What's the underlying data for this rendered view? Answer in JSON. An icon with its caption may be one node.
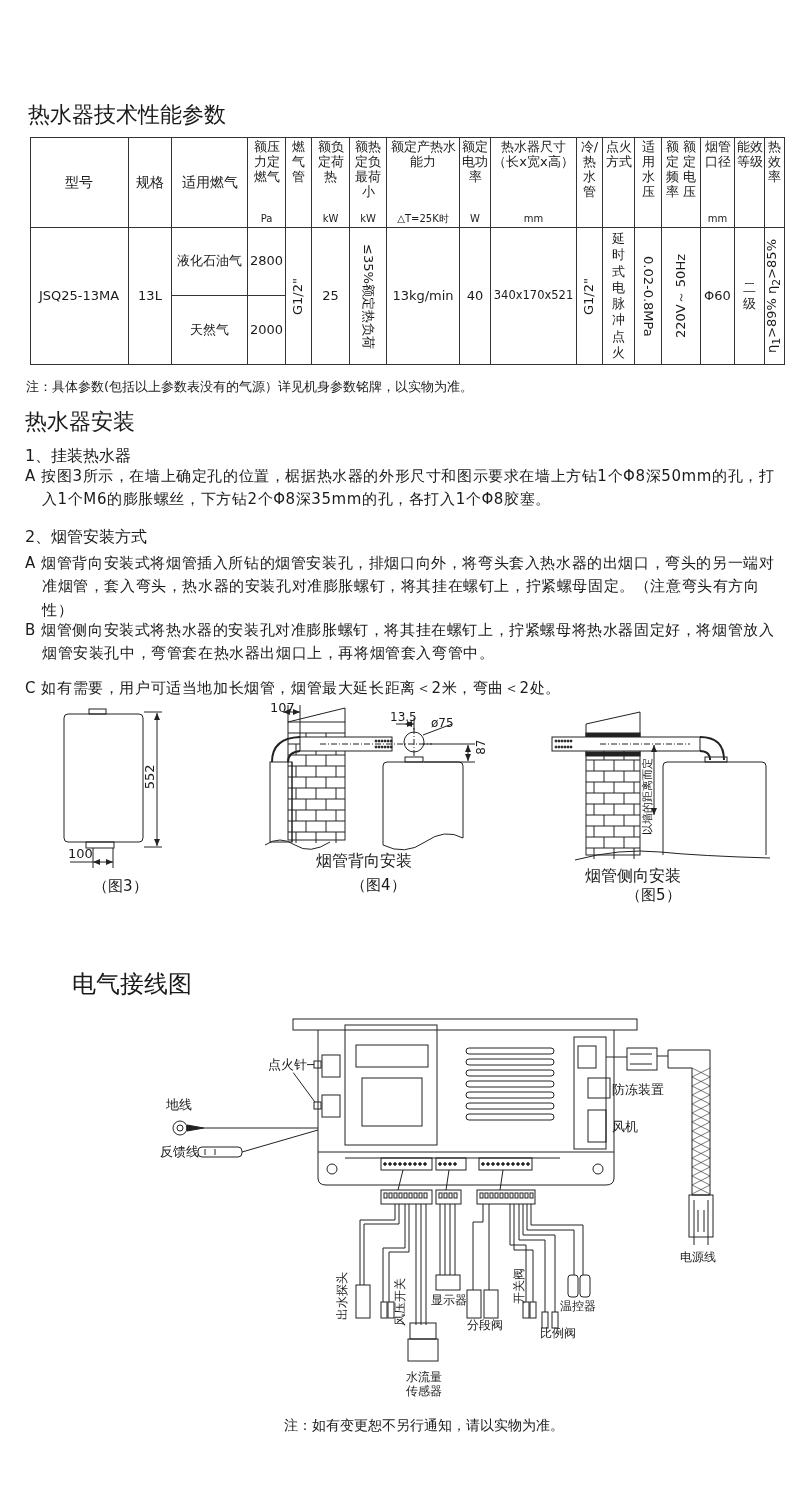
{
  "diagram": {
    "nodes": [
      {
        "text": [
          "点火针"
        ]
      },
      {
        "text": [],
        "shape": "box"
      },
      {
        "text": [],
        "shape": "box"
      }
    ],
    "edges": [
      {
        "from": 0,
        "to": 1,
        "arrow": "none"
      },
      {
        "from": 0,
        "to": 2,
        "arrow": "none"
      }
    ],
    "labels": [
      "热水器技术性能参数",
      "型号",
      "规格",
      "适用燃气",
      "额压力定燃气",
      "Pa",
      "燃气管",
      "额负定荷热",
      "kW",
      "额热定负最荷小",
      "kW",
      "额定产热水能力",
      "△T=25K时",
      "额定电功率",
      "W",
      "热水器尺寸（长x宽x高）",
      "mm",
      "冷/热水管",
      "点火方式",
      "适用水压",
      "额定频率",
      "额定电压",
      "烟管口径",
      "mm",
      "能效等级",
      "热效率",
      "JSQ25-13MA",
      "13L",
      "液化石油气",
      "2800",
      "G1/2\"",
      "25",
      "≤35%额定热负荷",
      "13kg/min",
      "40",
      "340x170x521",
      "G1/2\"",
      "延时式电脉冲点火",
      "0.02-0.8MPa",
      "220V～ 50Hz",
      "Φ60",
      "二级",
      "η$_{1}$>89% η$_{2}$>85%",
      "天然气",
      "2000",
      "注：具体参数(包括以上参数表没有的气源）详见机身参数铭牌，以实物为准。",
      "热水器安装",
      "1、挂装热水器",
      "A 按图3所示，在墙上确定孔的位置，椐据热水器的外形尺寸和图示要求在墙上方钻1个Φ8深50mm的孔，打入1个M6的膨胀螺丝，下方钻2个Φ8深35mm的孔，各打入1个Φ8胶塞。",
      "2、烟管安装方式",
      "A 烟管背向安装式将烟管插入所钻的烟管安装孔，排烟口向外，将弯头套入热水器的出烟口，弯头的另一端对准烟管，套入弯头，热水器的安装孔对准膨胀螺钉，将其挂在螺钉上，拧紧螺母固定。（注意弯头有方向性）",
      "B 烟管侧向安装式将热水器的安装孔对准膨胀螺钉，将其挂在螺钉上，拧紧螺母将热水器固定好，将烟管放入烟管安装孔中，弯管套在热水器出烟口上，再将烟管套入弯管中。",
      "C 如有需要，用户可适当地加长烟管，烟管最大延长距离＜2米，弯曲＜2处。",
      "552",
      "100",
      "（图3）",
      "107",
      "13.5",
      "ø75",
      "87",
      "烟管背向安装",
      "（图4）",
      "以墙的距离而定",
      "烟管侧向安装",
      "（图5）",
      "电气接线图",
      "防冻装置",
      "风机",
      "地线",
      "反馈线",
      "电源线",
      "出水探头",
      "风压开关",
      "显示器",
      "水流量传感器",
      "分段阀",
      "开关阀",
      "比例阀",
      "温控器",
      "注：如有变更恕不另行通知，请以实物为准。"
    ]
  }
}
